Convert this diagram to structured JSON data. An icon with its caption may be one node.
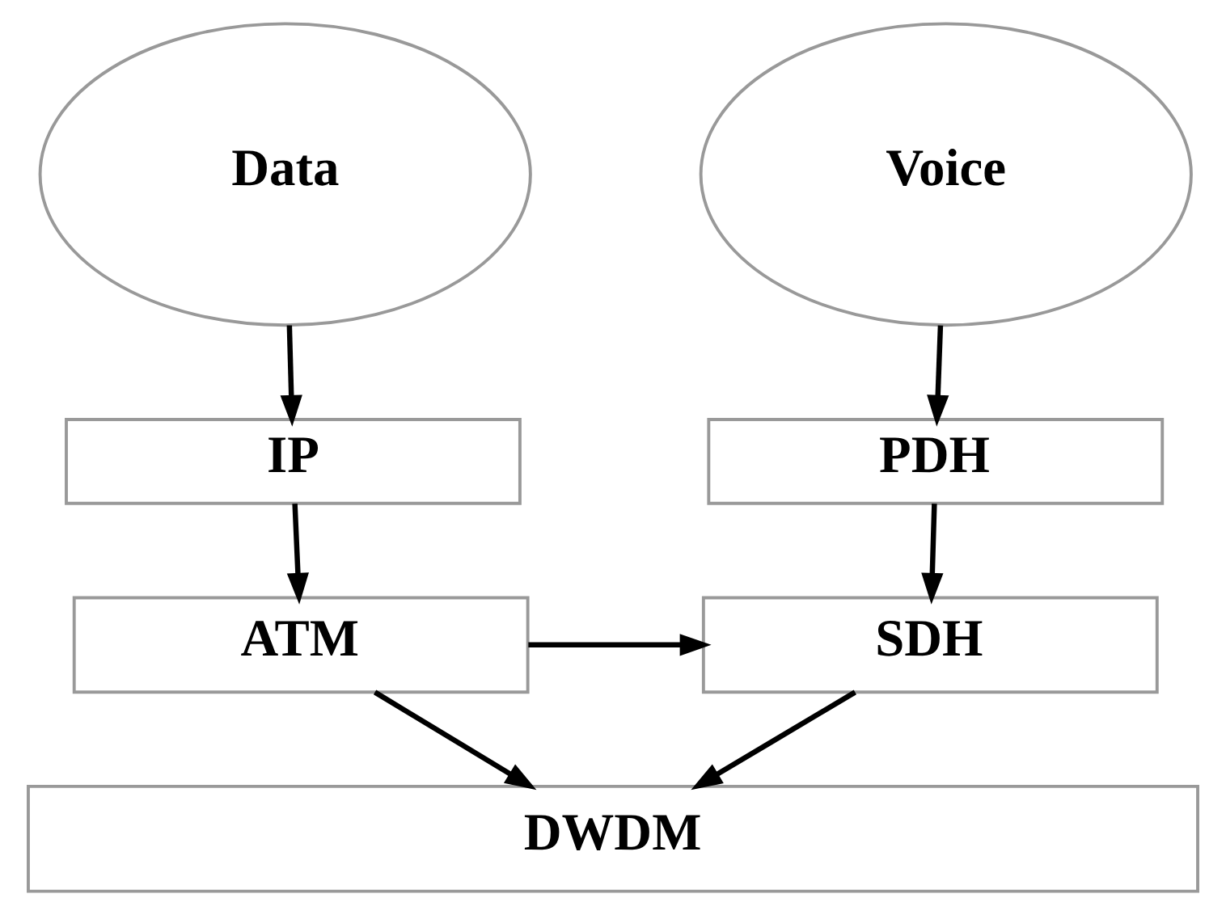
{
  "diagram": {
    "nodes": [
      {
        "text": [
          "Data"
        ]
      },
      {
        "text": [
          "Voice"
        ]
      },
      {
        "text": [
          "IP"
        ]
      },
      {
        "text": [
          "PDH"
        ]
      },
      {
        "text": [
          "ATM"
        ]
      },
      {
        "text": [
          "SDH"
        ]
      },
      {
        "text": [
          "DWDM"
        ]
      }
    ],
    "edges": [
      {
        "from": 0,
        "to": 2,
        "arrow": "to"
      },
      {
        "from": 2,
        "to": 4,
        "arrow": "to"
      },
      {
        "from": 4,
        "to": 6,
        "arrow": "to"
      },
      {
        "from": 1,
        "to": 3,
        "arrow": "to"
      },
      {
        "from": 3,
        "to": 5,
        "arrow": "to"
      },
      {
        "from": 4,
        "to": 5,
        "arrow": "to"
      },
      {
        "from": 5,
        "to": 6,
        "arrow": "to"
      }
    ]
  }
}
